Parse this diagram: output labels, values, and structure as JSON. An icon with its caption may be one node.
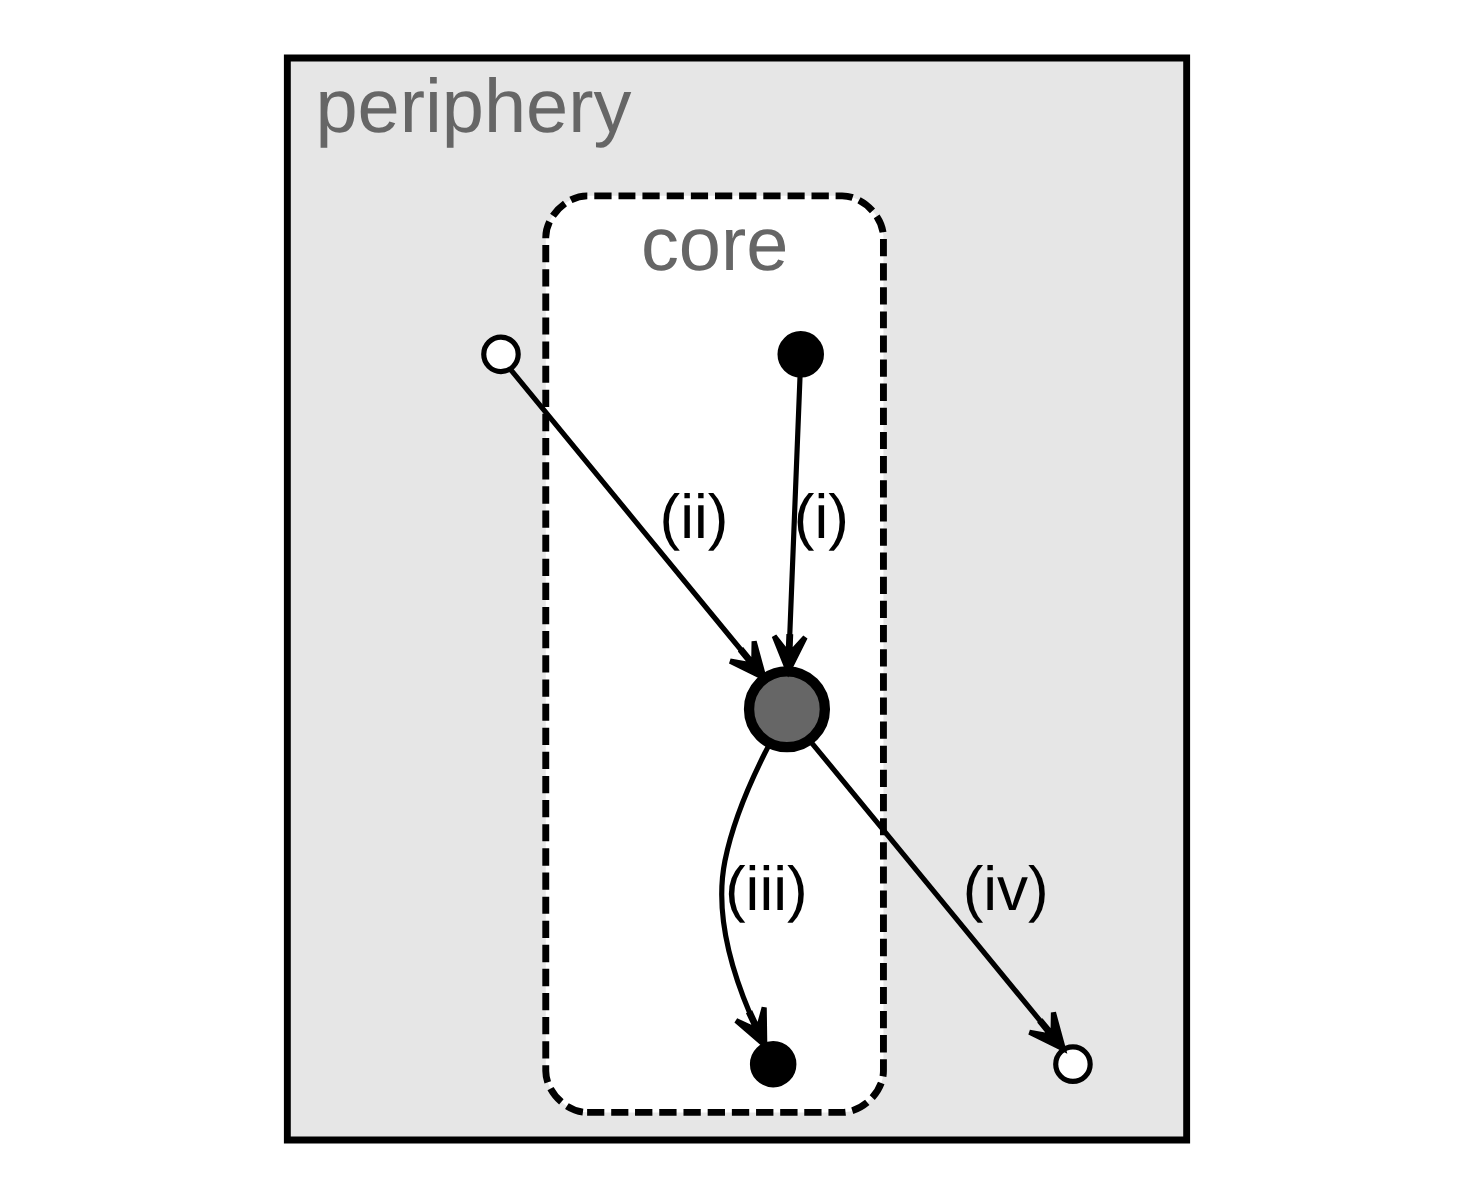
{
  "diagram": {
    "nodes": [
      {
        "text": [
          "periphery"
        ]
      },
      {
        "text": [
          "core"
        ],
        "in": 0
      },
      {
        "text": [],
        "shape": "circle",
        "in": 1
      },
      {
        "text": [],
        "shape": "circle",
        "in": 1
      },
      {
        "text": [],
        "shape": "circle",
        "in": 1
      },
      {
        "text": [],
        "shape": "circle",
        "in": 0
      },
      {
        "text": [],
        "shape": "circle",
        "in": 0
      }
    ],
    "edges": [
      {
        "from": 2,
        "to": 3,
        "arrow": "to",
        "label": "(i)"
      },
      {
        "from": 5,
        "to": 3,
        "arrow": "to",
        "label": "(ii)"
      },
      {
        "from": 3,
        "to": 4,
        "arrow": "to",
        "label": "(iii)"
      },
      {
        "from": 3,
        "to": 6,
        "arrow": "to",
        "label": "(iv)"
      }
    ]
  }
}
